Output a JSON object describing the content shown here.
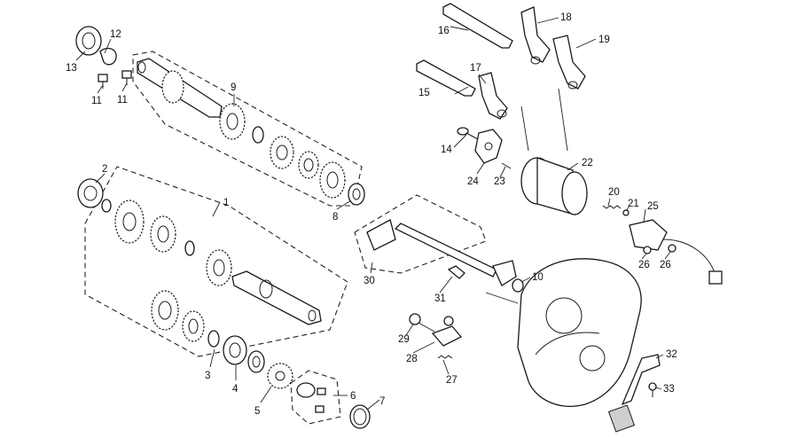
{
  "callouts": [
    {
      "id": "c1",
      "label": "1"
    },
    {
      "id": "c2",
      "label": "2"
    },
    {
      "id": "c3",
      "label": "3"
    },
    {
      "id": "c4",
      "label": "4"
    },
    {
      "id": "c5",
      "label": "5"
    },
    {
      "id": "c6",
      "label": "6"
    },
    {
      "id": "c7",
      "label": "7"
    },
    {
      "id": "c8",
      "label": "8"
    },
    {
      "id": "c9",
      "label": "9"
    },
    {
      "id": "c10",
      "label": "10"
    },
    {
      "id": "c11a",
      "label": "11"
    },
    {
      "id": "c11b",
      "label": "11"
    },
    {
      "id": "c12",
      "label": "12"
    },
    {
      "id": "c13",
      "label": "13"
    },
    {
      "id": "c14",
      "label": "14"
    },
    {
      "id": "c15",
      "label": "15"
    },
    {
      "id": "c16",
      "label": "16"
    },
    {
      "id": "c17",
      "label": "17"
    },
    {
      "id": "c18",
      "label": "18"
    },
    {
      "id": "c19",
      "label": "19"
    },
    {
      "id": "c20",
      "label": "20"
    },
    {
      "id": "c21",
      "label": "21"
    },
    {
      "id": "c22",
      "label": "22"
    },
    {
      "id": "c23",
      "label": "23"
    },
    {
      "id": "c24",
      "label": "24"
    },
    {
      "id": "c25",
      "label": "25"
    },
    {
      "id": "c26a",
      "label": "26"
    },
    {
      "id": "c26b",
      "label": "26"
    },
    {
      "id": "c27",
      "label": "27"
    },
    {
      "id": "c28",
      "label": "28"
    },
    {
      "id": "c29",
      "label": "29"
    },
    {
      "id": "c30",
      "label": "30"
    },
    {
      "id": "c31",
      "label": "31"
    },
    {
      "id": "c32",
      "label": "32"
    },
    {
      "id": "c33",
      "label": "33"
    }
  ]
}
